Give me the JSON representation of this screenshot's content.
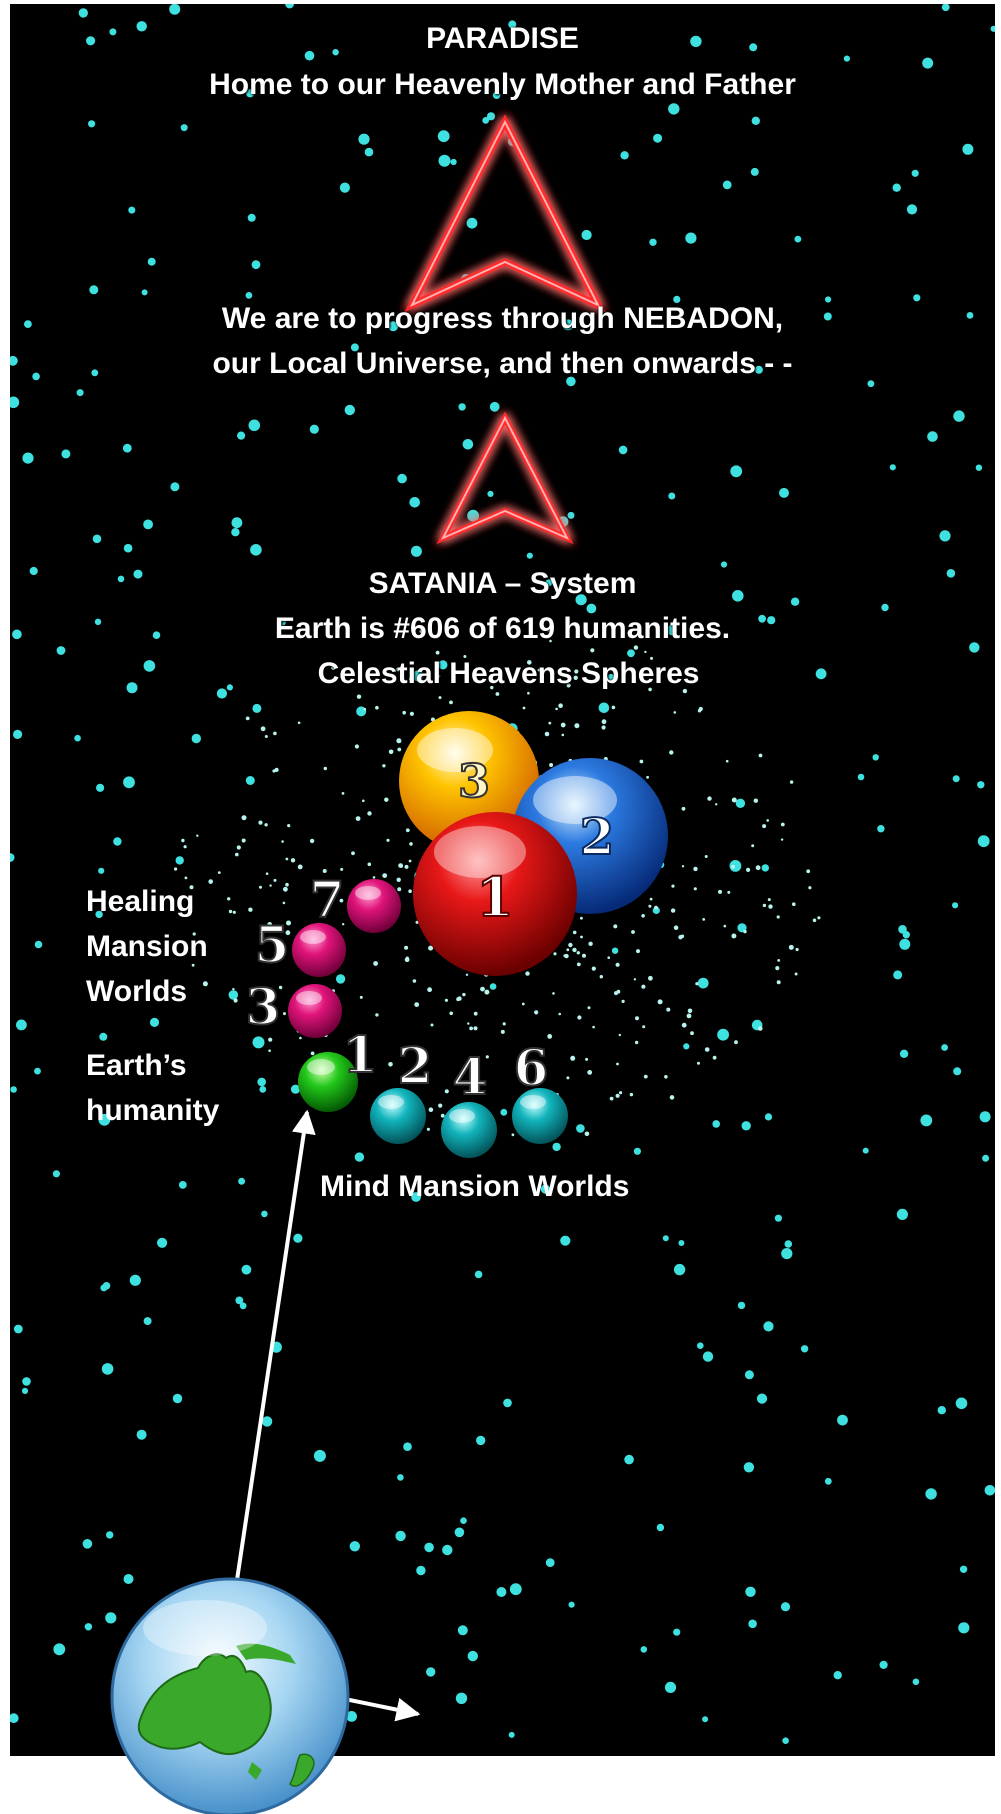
{
  "paradise": {
    "title": "PARADISE",
    "subtitle": "Home to our Heavenly Mother and Father"
  },
  "nebadon": {
    "line1": "We are to progress through NEBADON,",
    "line2": "our Local Universe, and then onwards - -"
  },
  "satania": {
    "line1": "SATANIA – System",
    "line2": "Earth is #606 of 619 humanities.",
    "line3": "Celestial Heavens Spheres"
  },
  "healing": {
    "line1": "Healing",
    "line2": "Mansion",
    "line3": "Worlds"
  },
  "earth_label": {
    "line1": "Earth’s",
    "line2": "humanity"
  },
  "mind_mansion_label": "Mind Mansion Worlds",
  "celestial_spheres": {
    "one": "1",
    "two": "2",
    "three": "3"
  },
  "healing_spheres": {
    "seven": "7",
    "five": "5",
    "three": "3"
  },
  "mind_spheres": {
    "one": "1",
    "two": "2",
    "four": "4",
    "six": "6"
  },
  "colors": {
    "space": "#000000",
    "star": "#3fe0e0",
    "arrow_red": "#ff2a2a",
    "sphere_red": "#d01010",
    "sphere_blue": "#1a5fc8",
    "sphere_yellow": "#ffb000",
    "sphere_magenta": "#d0106a",
    "sphere_green": "#18b418",
    "sphere_teal": "#10a8b0"
  }
}
